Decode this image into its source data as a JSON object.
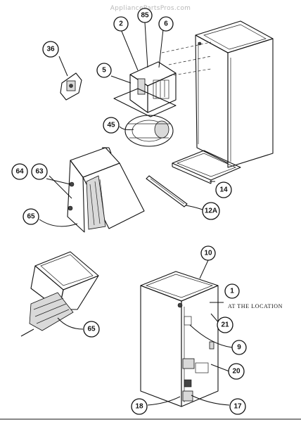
{
  "watermark": "AppliancePartsPros.com",
  "location_note": "AT THE LOCATION",
  "callouts": [
    {
      "id": "2",
      "label": "2"
    },
    {
      "id": "85",
      "label": "85"
    },
    {
      "id": "6",
      "label": "6"
    },
    {
      "id": "36",
      "label": "36"
    },
    {
      "id": "5",
      "label": "5"
    },
    {
      "id": "45",
      "label": "45"
    },
    {
      "id": "64",
      "label": "64"
    },
    {
      "id": "63",
      "label": "63"
    },
    {
      "id": "65a",
      "label": "65"
    },
    {
      "id": "14",
      "label": "14"
    },
    {
      "id": "12A",
      "label": "12A"
    },
    {
      "id": "10",
      "label": "10"
    },
    {
      "id": "1",
      "label": "1"
    },
    {
      "id": "21",
      "label": "21"
    },
    {
      "id": "9",
      "label": "9"
    },
    {
      "id": "65b",
      "label": "65"
    },
    {
      "id": "20",
      "label": "20"
    },
    {
      "id": "18",
      "label": "18"
    },
    {
      "id": "17",
      "label": "17"
    }
  ]
}
